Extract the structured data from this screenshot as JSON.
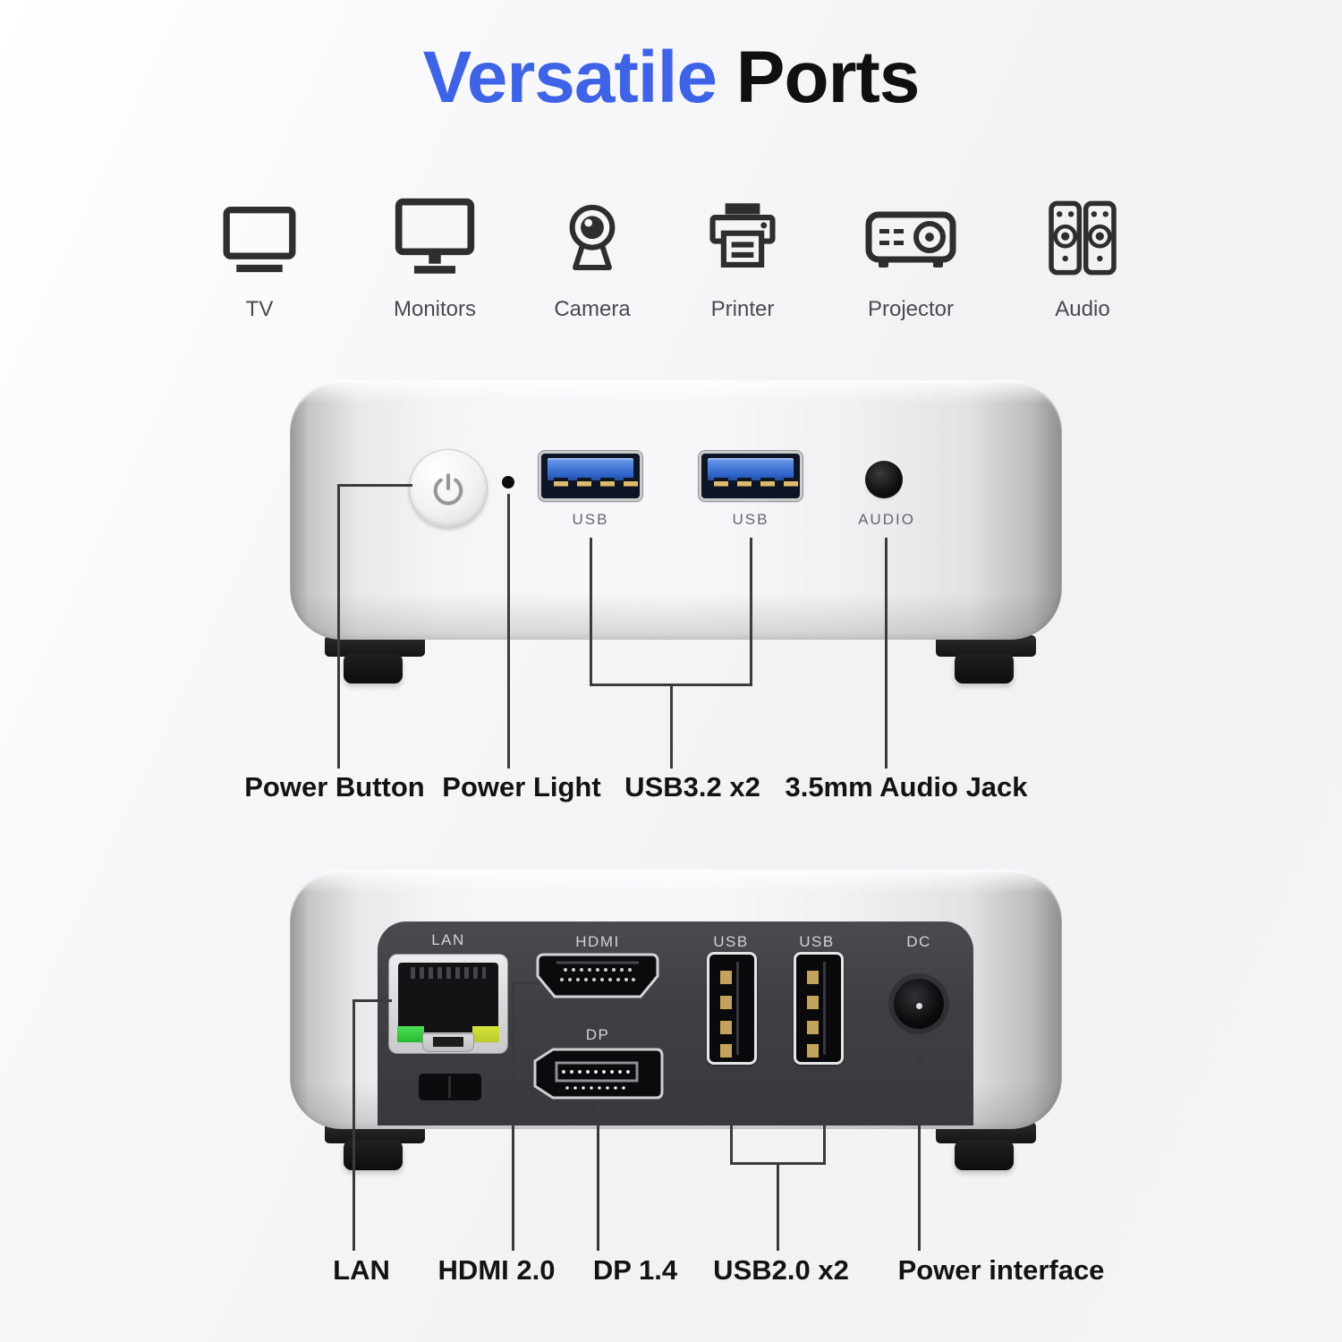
{
  "title": {
    "highlight": "Versatile",
    "rest": "Ports"
  },
  "colors": {
    "accent_blue": "#3E63E7",
    "title_black": "#101012",
    "leader_line": "#3B3B3D",
    "usb3_blue": "#3A74DC",
    "led_green": "#35D43C",
    "led_yellow": "#C6DC33",
    "silver_body": "#F2F2F4",
    "panel_dark": "#3E3E43"
  },
  "peripherals": {
    "items": [
      {
        "icon": "tv-icon",
        "label": "TV"
      },
      {
        "icon": "monitors-icon",
        "label": "Monitors"
      },
      {
        "icon": "camera-icon",
        "label": "Camera"
      },
      {
        "icon": "printer-icon",
        "label": "Printer"
      },
      {
        "icon": "projector-icon",
        "label": "Projector"
      },
      {
        "icon": "audio-icon",
        "label": "Audio"
      }
    ]
  },
  "front_view": {
    "port_labels": {
      "usb_left": "USB",
      "usb_right": "USB",
      "audio": "AUDIO"
    },
    "callouts": [
      {
        "label": "Power Button"
      },
      {
        "label": "Power Light"
      },
      {
        "label": "USB3.2 x2"
      },
      {
        "label": "3.5mm Audio Jack"
      }
    ]
  },
  "back_view": {
    "port_labels": {
      "lan": "LAN",
      "hdmi": "HDMI",
      "dp": "DP",
      "usb_left": "USB",
      "usb_right": "USB",
      "dc": "DC"
    },
    "callouts": [
      {
        "label": "LAN"
      },
      {
        "label": "HDMI 2.0"
      },
      {
        "label": "DP 1.4"
      },
      {
        "label": "USB2.0 x2"
      },
      {
        "label": "Power interface"
      }
    ]
  }
}
